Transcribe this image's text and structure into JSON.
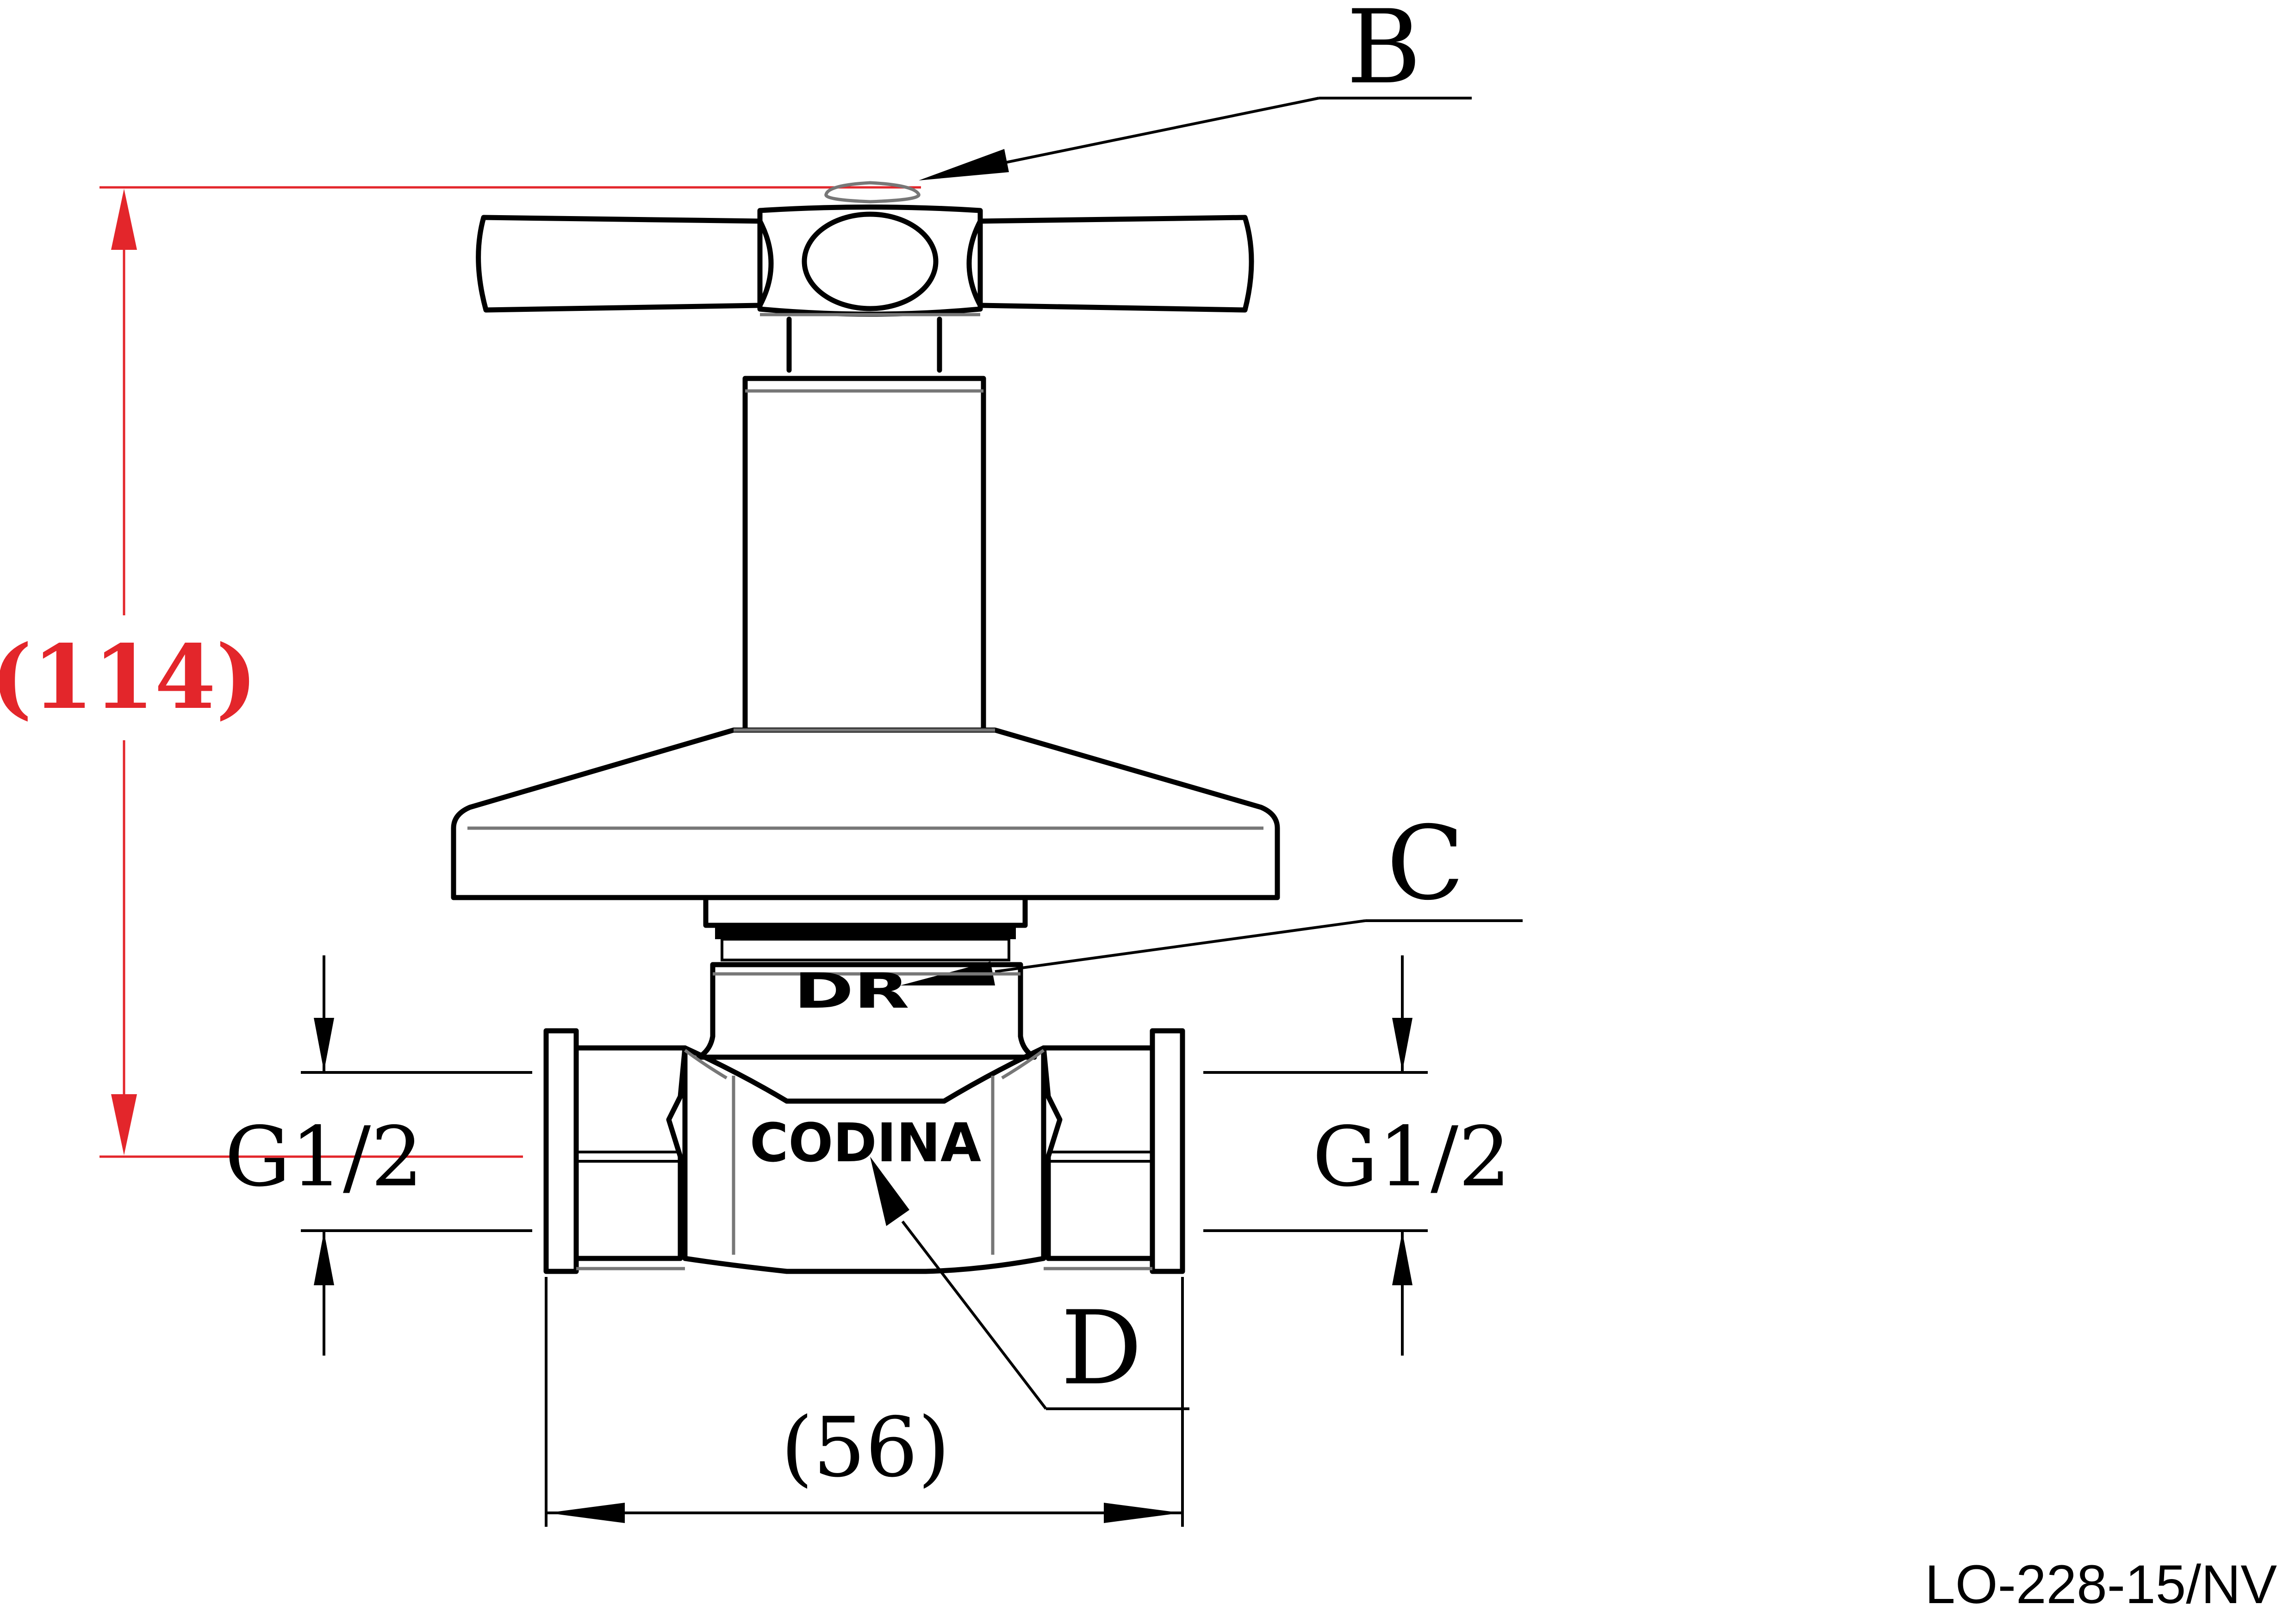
{
  "drawing": {
    "callouts": {
      "b": "B",
      "c": "C",
      "d": "D"
    },
    "thread_left": "G1/2",
    "thread_right": "G1/2",
    "height_dim": "(114)",
    "width_dim": "(56)",
    "code": "LO-228-15/NV",
    "logos": {
      "body": "CODINA",
      "bonnet": "DR"
    },
    "colors": {
      "lines": "#000000",
      "height_dimension": "#e3262b"
    }
  }
}
